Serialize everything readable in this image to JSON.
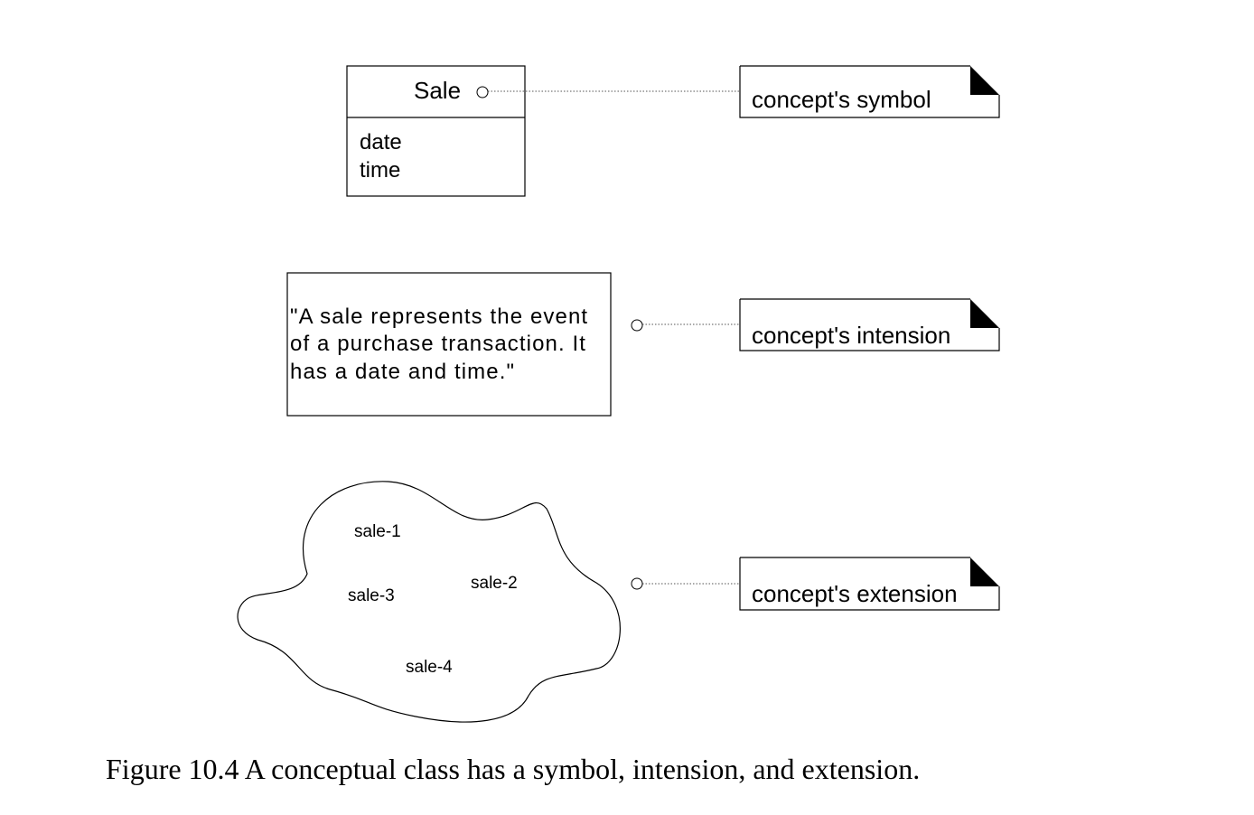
{
  "class_box": {
    "name": "Sale",
    "attributes": [
      "date",
      "time"
    ]
  },
  "intension": {
    "lines": [
      "\"A sale represents the event",
      "of a purchase transaction. It",
      "has a date and time.\""
    ]
  },
  "extension": {
    "instances": [
      "sale-1",
      "sale-2",
      "sale-3",
      "sale-4"
    ]
  },
  "notes": {
    "symbol": "concept's symbol",
    "intension": "concept's intension",
    "extension": "concept's extension"
  },
  "caption": "Figure 10.4 A conceptual class has a symbol, intension, and extension."
}
